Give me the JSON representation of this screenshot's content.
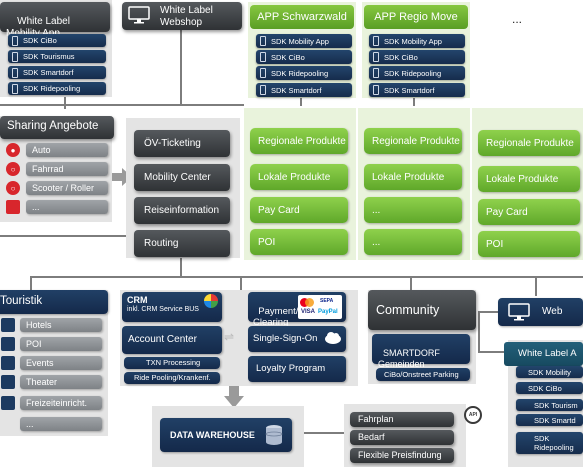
{
  "top_row": {
    "wl_mobile_app": {
      "title": "White Label\nMobility App",
      "sdks": [
        "SDK CiBo",
        "SDK Tourismus",
        "SDK Smartdorf",
        "SDK Ridepooling"
      ]
    },
    "wl_webshop": {
      "title": "White Label\nWebshop"
    },
    "app_schwarzwald": {
      "title": "APP Schwarzwald",
      "sdks": [
        "SDK Mobility App",
        "SDK CiBo",
        "SDK Ridepooling",
        "SDK Smartdorf"
      ]
    },
    "app_regio_move": {
      "title": "APP Regio Move",
      "sdks": [
        "SDK Mobility App",
        "SDK CiBo",
        "SDK Ridepooling",
        "SDK Smartdorf"
      ]
    },
    "ellipsis": "..."
  },
  "sharing": {
    "title": "Sharing Angebote",
    "items": [
      "Auto",
      "Fahrrad",
      "Scooter / Roller",
      "..."
    ]
  },
  "core": {
    "items": [
      "ÖV-Ticketing",
      "Mobility Center",
      "Reiseinformation",
      "Routing"
    ]
  },
  "regions": [
    {
      "items": [
        "Regionale Produkte",
        "Lokale Produkte",
        "Pay Card",
        "POI"
      ]
    },
    {
      "items": [
        "Regionale Produkte",
        "Lokale Produkte",
        "...",
        "..."
      ]
    },
    {
      "items": [
        "Regionale Produkte",
        "Lokale Produkte",
        "Pay Card",
        "POI"
      ]
    }
  ],
  "touristik": {
    "title": "Touristik",
    "items": [
      "Hotels",
      "POI",
      "Events",
      "Theater",
      "Freizeiteinricht.",
      "..."
    ]
  },
  "crm": {
    "title": "CRM",
    "subtitle": "inkl. CRM Service BUS",
    "account_center": "Account Center",
    "txn": "TXN Processing",
    "ride_pooling": "Ride Pooling/Krankenf."
  },
  "services": {
    "payment": "Payment/\nClearing",
    "sso": "Single-Sign-On",
    "loyalty": "Loyalty Program",
    "payment_logos": [
      "Mastercard",
      "SEPA",
      "VISA",
      "PayPal"
    ]
  },
  "community": {
    "title": "Community",
    "smartdorf": "SMARTDORF\nGemeinden",
    "parking": "CiBo/Onstreet Parking"
  },
  "web": {
    "title": "Web"
  },
  "wl_right": {
    "title": "White Label A",
    "sdks": [
      "SDK Mobility",
      "SDK CiBo",
      "SDK Tourism",
      "SDK Smartd",
      "SDK\nRidepooling"
    ]
  },
  "warehouse": {
    "title": "DATA WAREHOUSE"
  },
  "api": {
    "badge": "API",
    "items": [
      "Fahrplan",
      "Bedarf",
      "Flexible Preisfindung"
    ]
  },
  "colors": {
    "navy": "#1c3a60",
    "dark": "#3f4246",
    "green": "#6fb834",
    "gray": "#8e9296",
    "panel_green": "#e9f3dc"
  }
}
